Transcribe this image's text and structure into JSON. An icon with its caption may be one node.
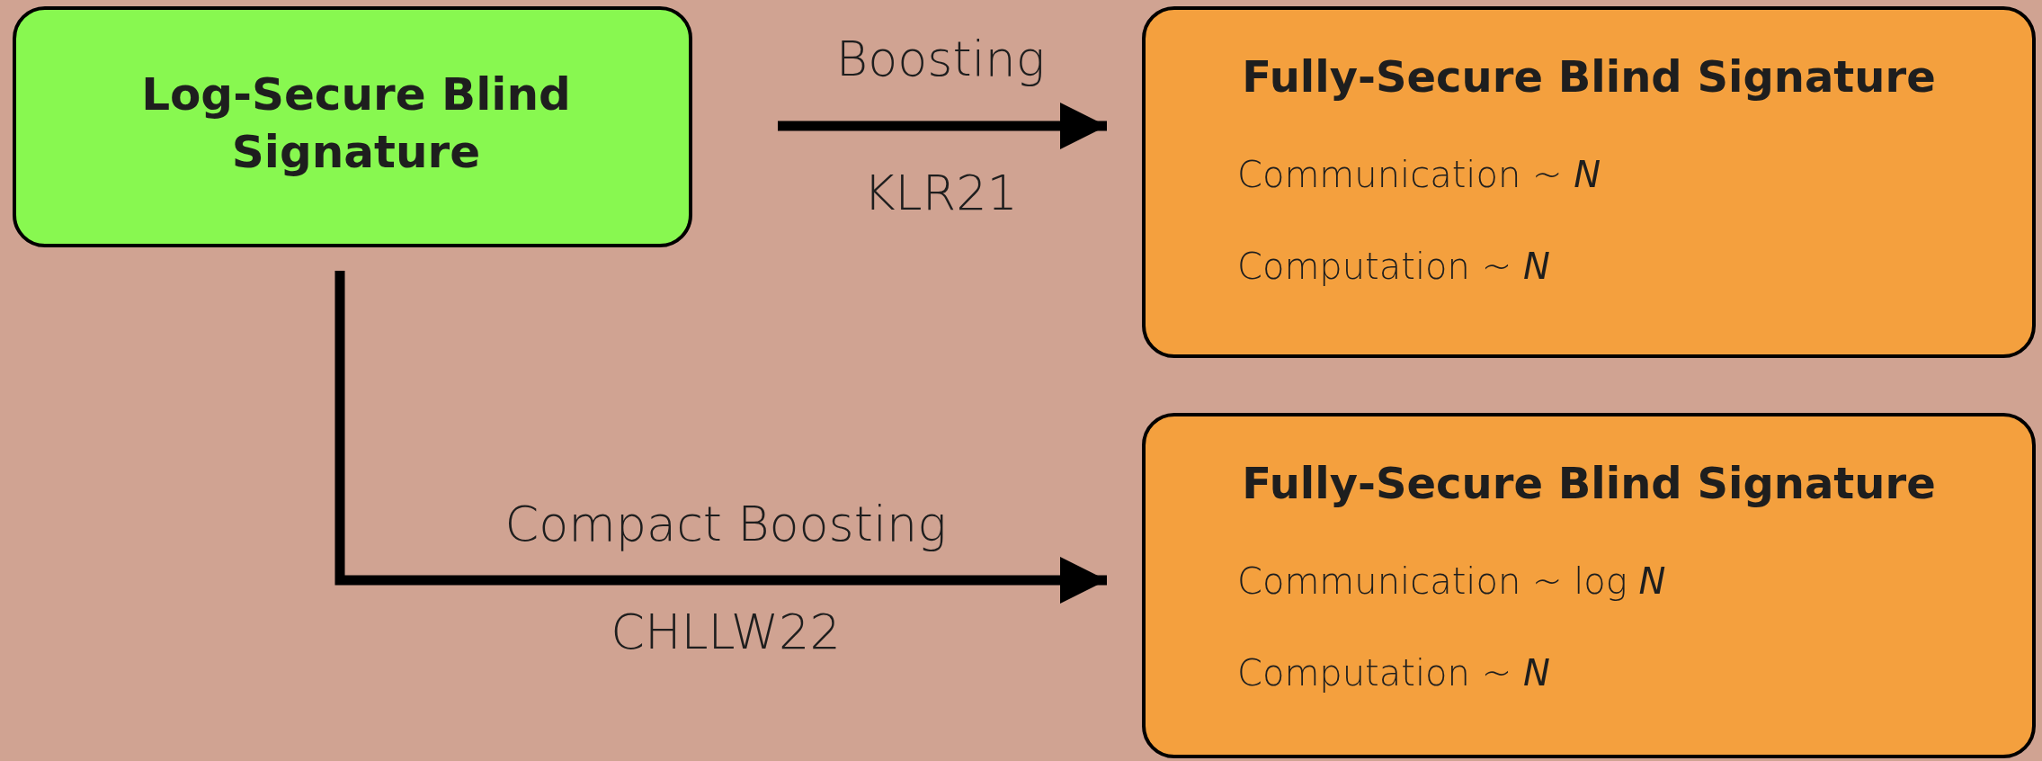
{
  "diagram": {
    "nodes": [
      {
        "text": [
          "Log-Secure Blind Signature"
        ]
      },
      {
        "text": [
          "Fully-Secure Blind Signature",
          "Communication ~ *N*",
          "Computation ~ *N*"
        ]
      },
      {
        "text": [
          "Fully-Secure Blind Signature",
          "Communication ~ log *N*",
          "Computation ~ *N*"
        ]
      }
    ],
    "edges": [
      {
        "from": 0,
        "to": 1,
        "arrow": "to",
        "label": "Boosting"
      },
      {
        "from": 0,
        "to": 2,
        "arrow": "to",
        "label": "Compact Boosting"
      }
    ],
    "labels": [
      "KLR21",
      "CHLLW22"
    ]
  }
}
